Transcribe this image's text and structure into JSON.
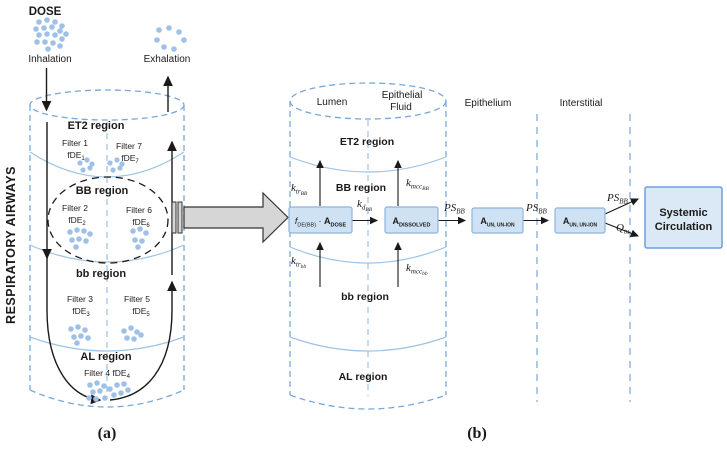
{
  "figure": {
    "panel_a_caption": "(a)",
    "panel_b_caption": "(b)"
  },
  "panel_a": {
    "sidebar_label": "RESPIRATORY AIRWAYS",
    "dose_label": "DOSE",
    "inhalation_label": "Inhalation",
    "exhalation_label": "Exhalation",
    "regions": {
      "et2": "ET2 region",
      "bb_upper": "BB region",
      "bb_lower": "bb region",
      "al": "AL region"
    },
    "filters": {
      "f1": {
        "name": "Filter 1",
        "symbol": "fDE",
        "sub": "1"
      },
      "f2": {
        "name": "Filter 2",
        "symbol": "fDE",
        "sub": "2"
      },
      "f3": {
        "name": "Filter 3",
        "symbol": "fDE",
        "sub": "3"
      },
      "f4": {
        "name": "Filter 4 fDE",
        "sub": "4"
      },
      "f5": {
        "name": "Filter 5",
        "symbol": "fDE",
        "sub": "5"
      },
      "f6": {
        "name": "Filter 6",
        "symbol": "fDE",
        "sub": "6"
      },
      "f7": {
        "name": "Filter 7",
        "symbol": "fDE",
        "sub": "7"
      }
    }
  },
  "panel_b": {
    "column_labels": {
      "lumen": "Lumen",
      "epithelial_fluid_line1": "Epithelial",
      "epithelial_fluid_line2": "Fluid",
      "epithelium": "Epithelium",
      "interstitial": "Interstitial"
    },
    "regions": {
      "et2": "ET2 region",
      "bb": "BB region",
      "bb_lower": "bb region",
      "al": "AL region"
    },
    "boxes": {
      "deposited": {
        "f": "f",
        "f_sub": "DE(BB)",
        "op": " · ",
        "a": "A",
        "a_sub": "DOSE"
      },
      "dissolved": {
        "a": "A",
        "sub": "DISSOLVED"
      },
      "epithelium_amount": {
        "a": "A",
        "sub": "UN, UN-ION"
      },
      "interstitial_amount": {
        "a": "A",
        "sub": "UN, UN-ION"
      },
      "systemic": {
        "line1": "Systemic",
        "line2": "Circulation"
      }
    },
    "rate_labels": {
      "k_tr_BB": {
        "base": "k",
        "sub": "tr",
        "subsub": "BB"
      },
      "k_mcc_BB": {
        "base": "k",
        "sub": "mcc",
        "subsub": "BB"
      },
      "k_d_BB": {
        "base": "k",
        "sub": "d",
        "subsub": "BB"
      },
      "k_tr_bb": {
        "base": "k",
        "sub": "tr",
        "subsub": "bb"
      },
      "k_mcc_bb": {
        "base": "k",
        "sub": "mcc",
        "subsub": "bb"
      },
      "ps_bb_1": {
        "base": "PS",
        "sub": "BB"
      },
      "ps_bb_2": {
        "base": "PS",
        "sub": "BB"
      },
      "ps_bb_3": {
        "base": "PS",
        "sub": "BB"
      },
      "q_tu": {
        "base": "Q",
        "sub": "tu"
      }
    }
  },
  "colors": {
    "ellipse_fill": "#b7d0ea",
    "box_fill": "#cfe2f3",
    "box_border": "#8eb4dc",
    "systemic_fill": "#dbe9f6",
    "systemic_border": "#6f9fd8",
    "dashed_blue": "#7aa7d9",
    "arc_blue": "#9dc3e6",
    "dot_fill": "#9fc0e7",
    "arrow_gray": "#d6d6d6"
  }
}
